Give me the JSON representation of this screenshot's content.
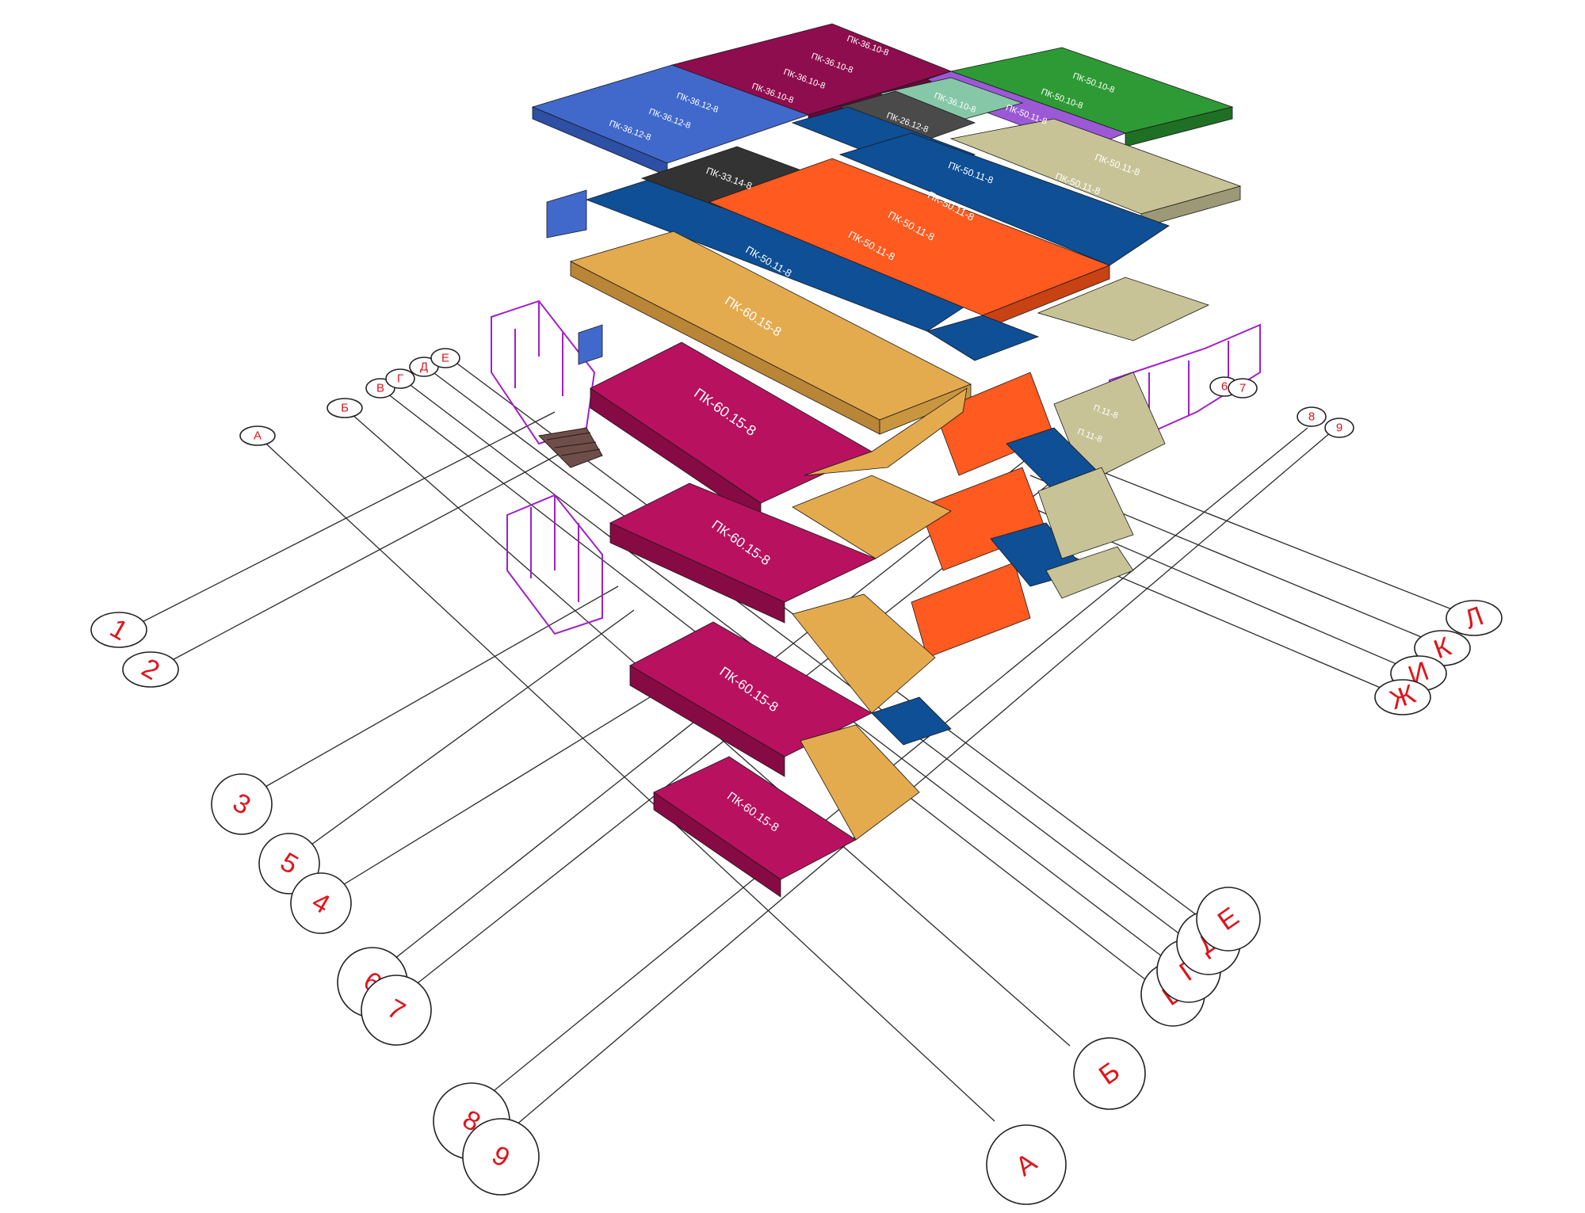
{
  "diagram": {
    "axes_bottom_left": [
      "1",
      "2",
      "3",
      "5",
      "4",
      "6",
      "7",
      "8",
      "9"
    ],
    "axes_bottom_right": [
      "А",
      "Б",
      "В",
      "Г",
      "Д",
      "Е"
    ],
    "axes_right": [
      "Л",
      "К",
      "И",
      "Ж"
    ],
    "axes_top_left": [
      "А",
      "Б",
      "В",
      "Г",
      "Д",
      "Е"
    ],
    "axes_top_right": [
      "6",
      "7",
      "8",
      "9"
    ],
    "slab_labels": {
      "top_maroon": [
        "ПК-36.10-8",
        "ПК-36.10-8",
        "ПК-36.10-8",
        "ПК-36.10-8"
      ],
      "top_blue": [
        "ПК-36.12-8",
        "ПК-36.12-8",
        "ПК-36.12-8"
      ],
      "top_green": "ПК-50.10-8",
      "top_purple": [
        "ПК-50.10-8",
        "ПК-50.11-8"
      ],
      "top_mint": "ПК-36.10-8",
      "top_gray": "ПК-26.12-8",
      "top_dark": "ПК-33.14-8",
      "orange": [
        "ПК-50.11-8",
        "ПК-50.11-8",
        "ПК-50.11-8"
      ],
      "navy": [
        "ПК-50.11-8",
        "ПК-50.11-8"
      ],
      "khaki": [
        "ПК-50.11-8",
        "ПК-50.11-8"
      ],
      "tan": "ПК-60.15-8",
      "magenta_1": "ПК-60.15-8",
      "magenta_2": "ПК-60.15-8",
      "magenta_3": "ПК-60.15-8",
      "magenta_4": "ПК-60.15-8",
      "khaki_mid": [
        "П.11-8",
        "П.11-8"
      ]
    }
  },
  "colors": {
    "maroon": "#8e0d4e",
    "blue": "#4169cc",
    "green": "#2e9a35",
    "purple": "#9b59d6",
    "mint": "#86c7a8",
    "gray": "#4a4a4a",
    "dark": "#333333",
    "orange": "#ff5a1f",
    "navy": "#0e4f96",
    "khaki": "#c8c396",
    "tan": "#e4aa4e",
    "magenta": "#b8115f",
    "rail": "#a020c8",
    "label_red": "#e0141b"
  }
}
